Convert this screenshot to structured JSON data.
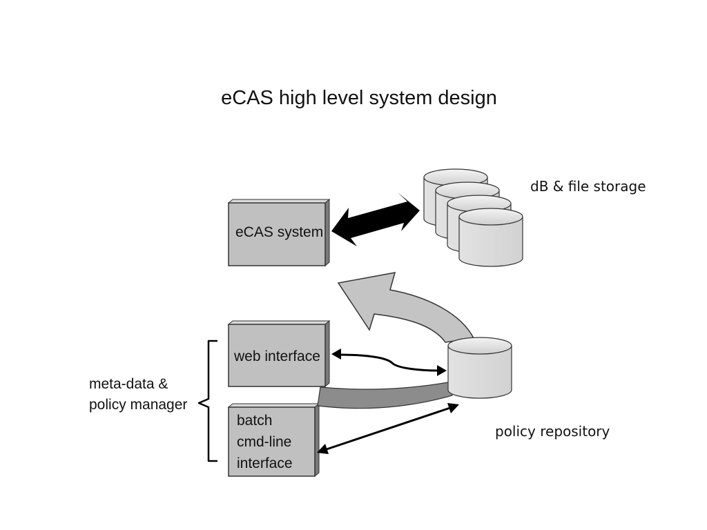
{
  "title": "eCAS high level system design",
  "ecas_system": {
    "label": "eCAS system"
  },
  "web_interface": {
    "label": "web interface"
  },
  "batch_interface": {
    "lines": [
      "batch",
      "cmd-line",
      "interface"
    ]
  },
  "manager": {
    "lines": [
      "meta-data &",
      "policy manager"
    ]
  },
  "storage": {
    "label": "dB & file storage"
  },
  "repository": {
    "label": "policy repository"
  }
}
